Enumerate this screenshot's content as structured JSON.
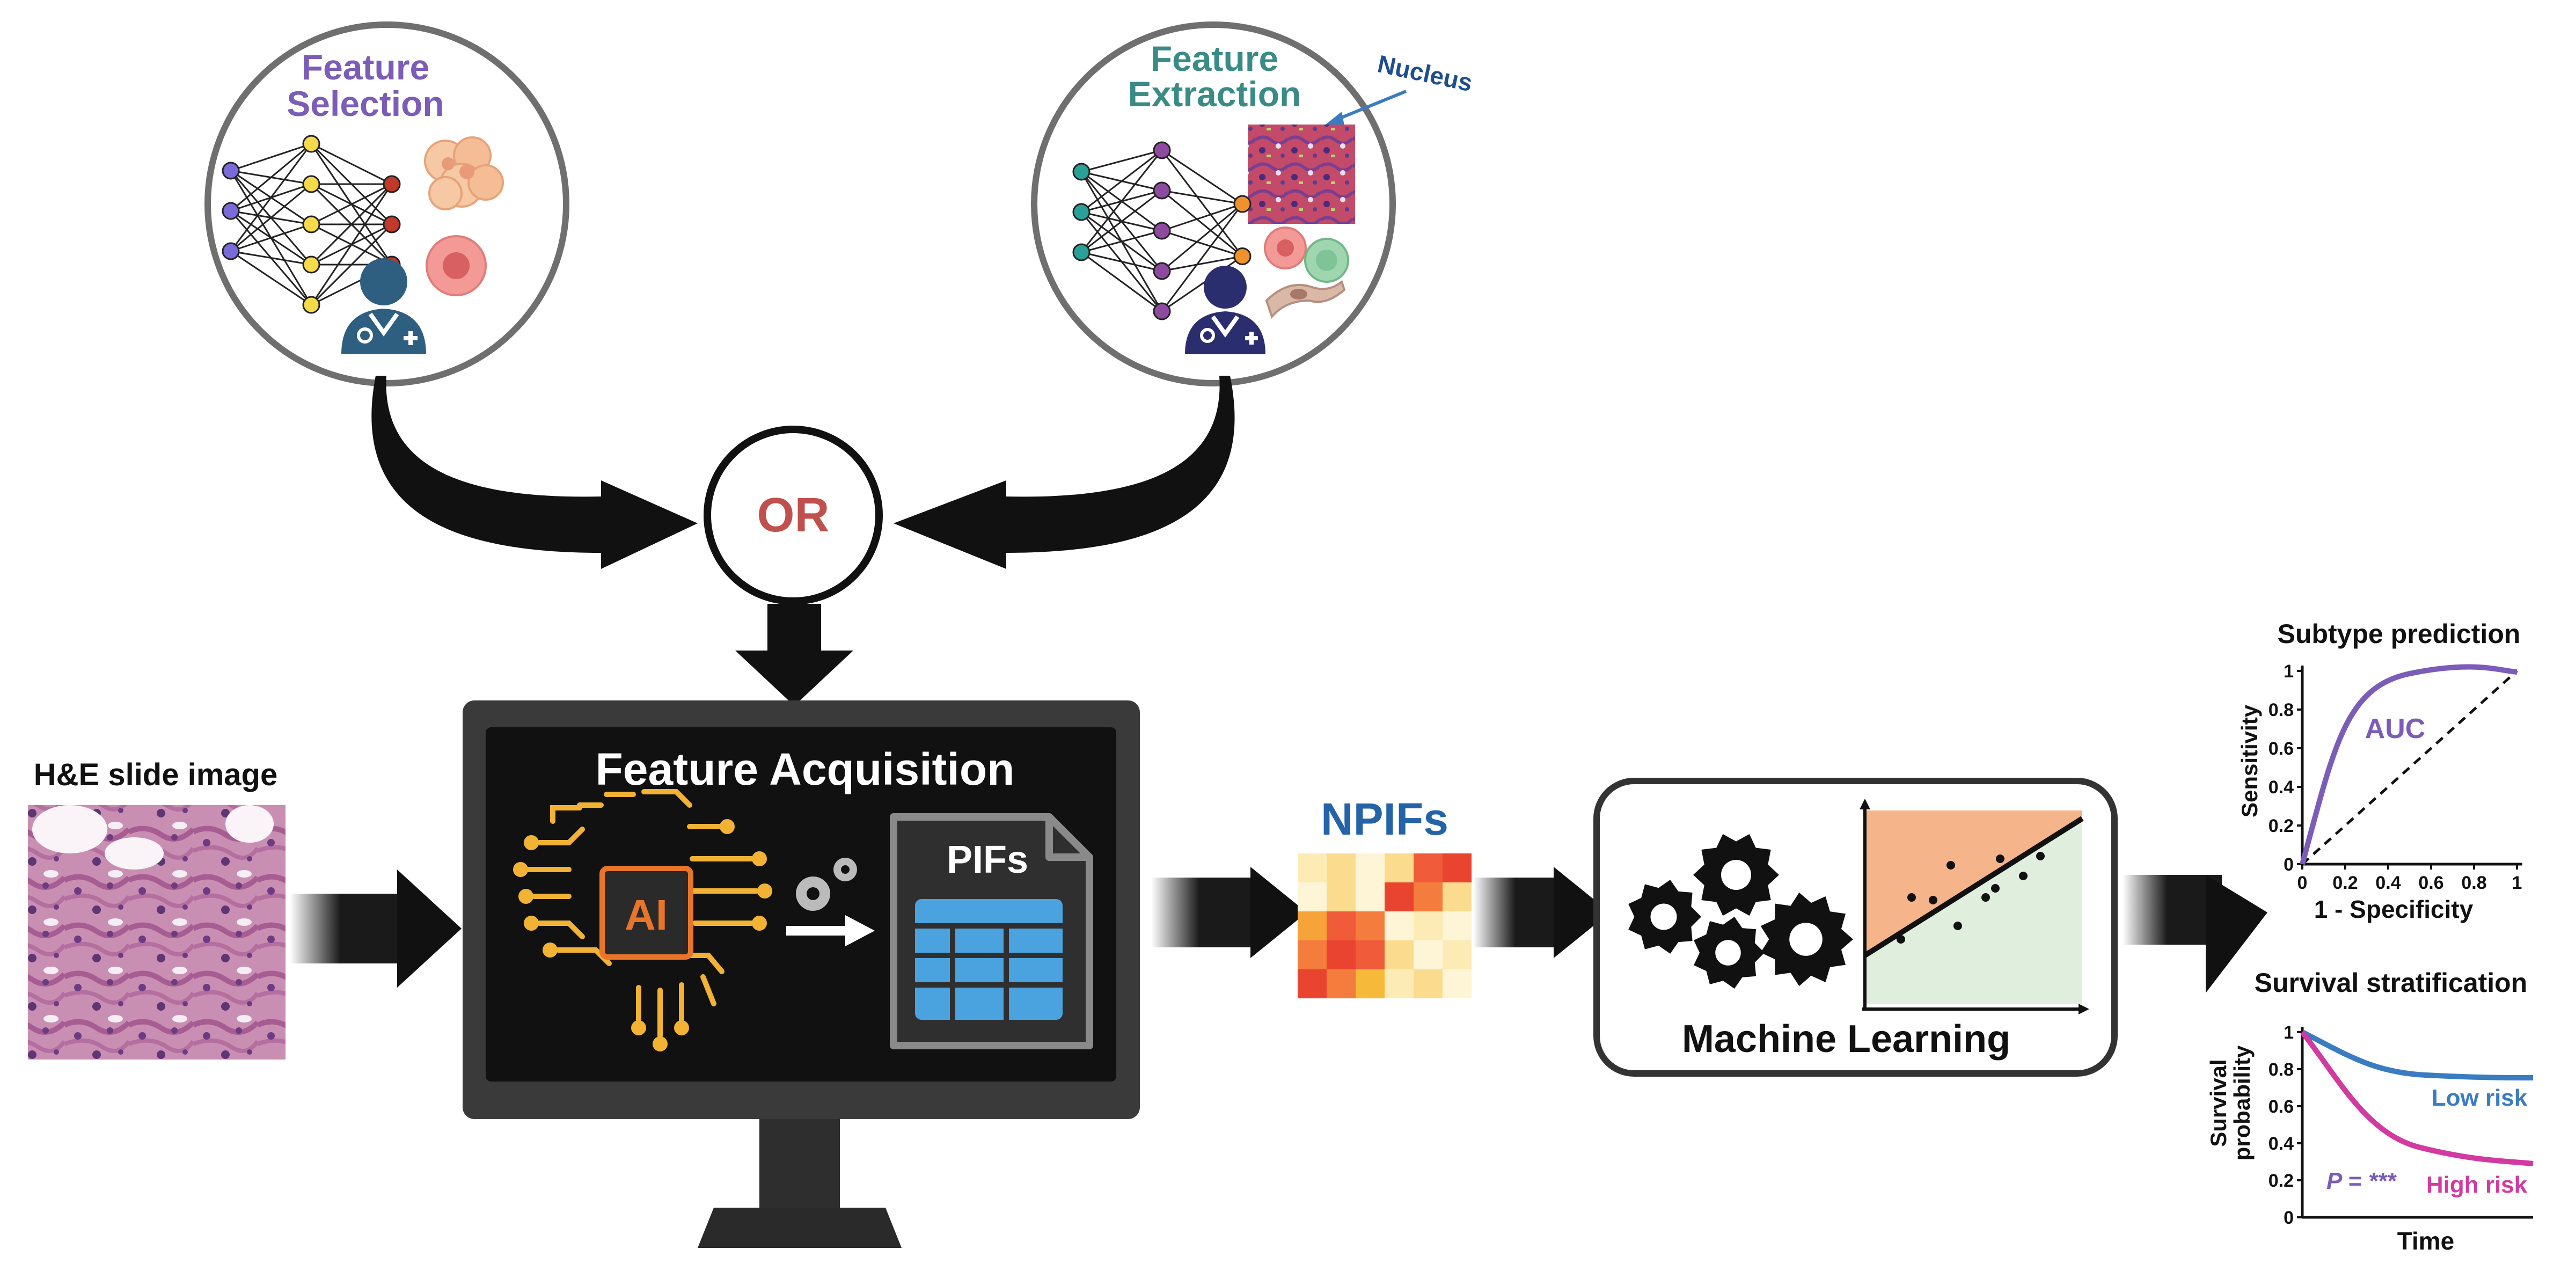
{
  "feature_selection": {
    "title_line1": "Feature",
    "title_line2": "Selection"
  },
  "feature_extraction": {
    "title_line1": "Feature",
    "title_line2": "Extraction",
    "nucleus_label": "Nucleus"
  },
  "or_label": "OR",
  "he_slide": {
    "label": "H&E slide image"
  },
  "monitor": {
    "title": "Feature Acquisition",
    "ai_label": "AI",
    "pifs_label": "PIFs"
  },
  "npifs": {
    "label": "NPIFs"
  },
  "machine_learning": {
    "label": "Machine Learning"
  },
  "subtype_chart": {
    "title": "Subtype prediction",
    "ylabel": "Sensitivity",
    "xlabel": "1 - Specificity",
    "annotation": "AUC",
    "y_ticks": [
      "0",
      "0.2",
      "0.4",
      "0.6",
      "0.8",
      "1"
    ],
    "x_ticks": [
      "0",
      "0.2",
      "0.4",
      "0.6",
      "0.8",
      "1"
    ]
  },
  "survival_chart": {
    "title": "Survival stratification",
    "ylabel_line1": "Survival",
    "ylabel_line2": "probability",
    "xlabel": "Time",
    "low_risk": "Low risk",
    "high_risk": "High risk",
    "p_label": "P = ***",
    "y_ticks": [
      "0",
      "0.2",
      "0.4",
      "0.6",
      "0.8",
      "1"
    ]
  },
  "colors": {
    "selection_title": "#7b5cb8",
    "extraction_title": "#3a8b85",
    "nucleus": "#1f4e8c",
    "or_text": "#c0504d",
    "npifs": "#2463a8",
    "ai_gold": "#f2b233",
    "ai_orange": "#e8752a",
    "pifs_blue": "#4aa3df",
    "auc_purple": "#7b5cb8",
    "low_risk": "#3a7cc2",
    "high_risk": "#d23aa0",
    "ml_orange": "#f5b48a",
    "ml_green": "#dfeedd"
  }
}
